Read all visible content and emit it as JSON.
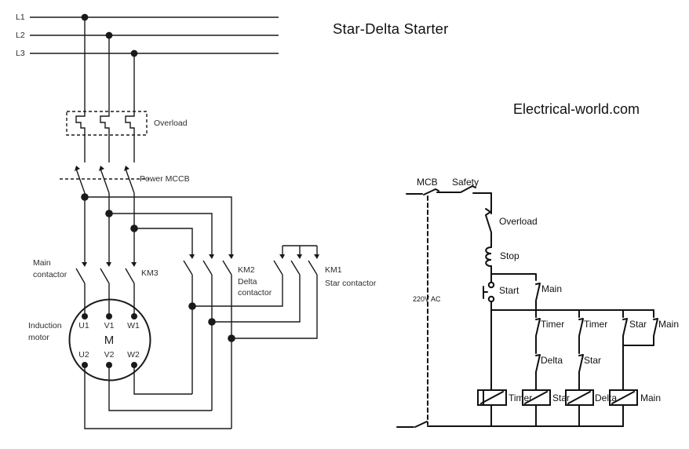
{
  "title": "Star-Delta Starter",
  "watermark": "Electrical-world.com",
  "colors": {
    "line": "#1a1a1a",
    "control_line": "#111111",
    "text": "#2e2e2e",
    "background": "#ffffff"
  },
  "power_circuit": {
    "phases": [
      "L1",
      "L2",
      "L3"
    ],
    "overload_label": "Overload",
    "mccb_label": "Power MCCB",
    "main_contactor_label": "Main\ncontactor",
    "km3_label": "KM3",
    "km2_label": "KM2\nDelta\ncontactor",
    "km1_label": "KM1\nStar contactor",
    "motor_label": "Induction\nmotor",
    "motor": {
      "m": "M",
      "u1": "U1",
      "v1": "V1",
      "w1": "W1",
      "u2": "U2",
      "v2": "V2",
      "w2": "W2"
    }
  },
  "control_circuit": {
    "mcb_label": "MCB",
    "safety_label": "Safety",
    "voltage_label": "220V AC",
    "overload_label": "Overload",
    "stop_label": "Stop",
    "start_label": "Start",
    "main_contact_label": "Main",
    "rung2": {
      "contact1": "Timer",
      "contact2": "Delta"
    },
    "rung3": {
      "contact1": "Timer",
      "contact2": "Star"
    },
    "rung4": {
      "contact1": "Star",
      "contact2": "Main"
    },
    "coils": {
      "timer": "Timer",
      "star": "Star",
      "delta": "Delta",
      "main": "Main"
    }
  }
}
